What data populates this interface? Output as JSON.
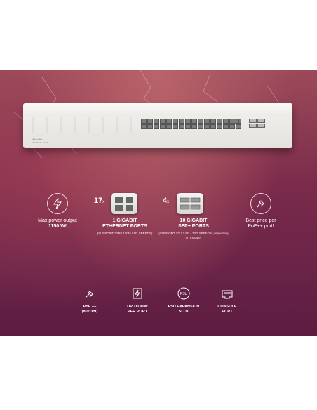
{
  "device": {
    "brand": "MikroTik",
    "model": "CRS326-24G-2S+RM"
  },
  "features": [
    {
      "icon": "lightning-icon",
      "line1": "Max power output",
      "line2": "1150 W!"
    },
    {
      "count": "17",
      "times": "x",
      "line1": "1 GIGABIT",
      "line2": "ETHERNET PORTS",
      "note": "(SUPPORT 10M / 100M / 1G SPEEDS)"
    },
    {
      "count": "4",
      "times": "x",
      "line1": "10 GIGABIT",
      "line2": "SFP+ PORTS",
      "note": "(SUPPORT 1G / 2.5G / 10G SPEEDS, depending on module)"
    },
    {
      "icon": "plug-icon",
      "line1": "Best price per",
      "line2": "PoE++ port!"
    }
  ],
  "bottom_features": [
    {
      "icon": "plug-icon",
      "line1": "PoE ++",
      "line2": "(802.3bt)"
    },
    {
      "icon": "power-port-icon",
      "line1": "UP TO 90W",
      "line2": "PER PORT"
    },
    {
      "icon": "psu-icon",
      "icon_text": "PSU",
      "line1": "PSU EXPANSION",
      "line2": "SLOT"
    },
    {
      "icon": "console-port-icon",
      "line1": "CONSOLE",
      "line2": "PORT"
    }
  ]
}
